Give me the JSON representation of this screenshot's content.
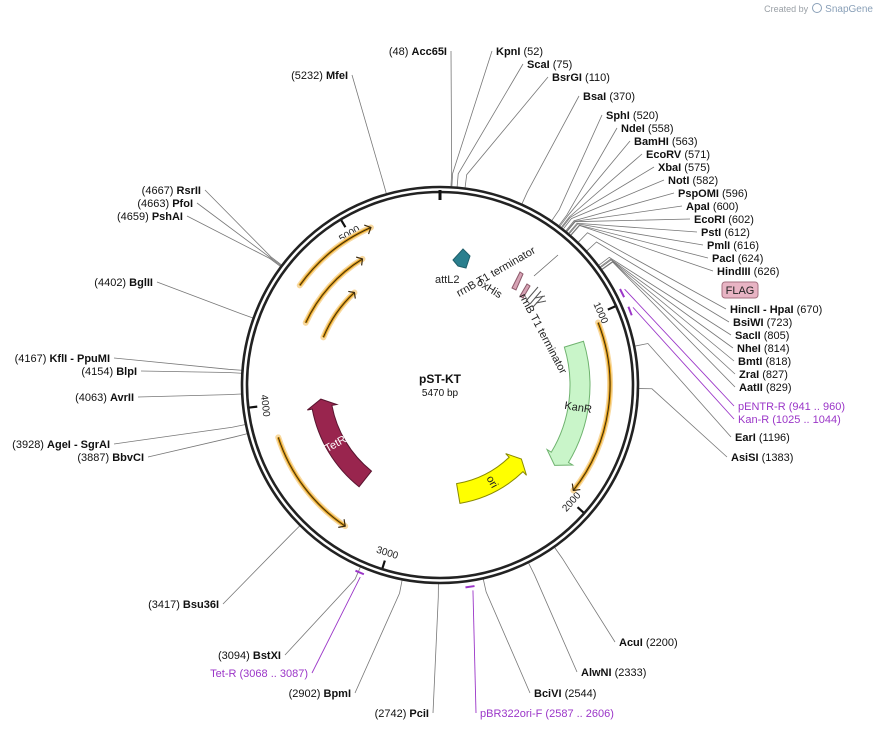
{
  "credit": {
    "prefix": "Created by",
    "brand": "SnapGene"
  },
  "plasmid": {
    "name": "pST-KT",
    "size_label": "5470 bp",
    "length": 5470
  },
  "ticks": [
    {
      "pos": 1000,
      "label": "1000"
    },
    {
      "pos": 2000,
      "label": "2000"
    },
    {
      "pos": 3000,
      "label": "3000"
    },
    {
      "pos": 4000,
      "label": "4000"
    },
    {
      "pos": 5000,
      "label": "5000"
    }
  ],
  "sites": [
    {
      "name": "Acc65I",
      "pos": "(48)",
      "bp": 48,
      "side": "left"
    },
    {
      "name": "KpnI",
      "pos": "(52)",
      "bp": 52,
      "side": "right"
    },
    {
      "name": "ScaI",
      "pos": "(75)",
      "bp": 75,
      "side": "right"
    },
    {
      "name": "BsrGI",
      "pos": "(110)",
      "bp": 110,
      "side": "right"
    },
    {
      "name": "BsaI",
      "pos": "(370)",
      "bp": 370,
      "side": "right"
    },
    {
      "name": "SphI",
      "pos": "(520)",
      "bp": 520,
      "side": "right"
    },
    {
      "name": "NdeI",
      "pos": "(558)",
      "bp": 558,
      "side": "right"
    },
    {
      "name": "BamHI",
      "pos": "(563)",
      "bp": 563,
      "side": "right"
    },
    {
      "name": "EcoRV",
      "pos": "(571)",
      "bp": 571,
      "side": "right"
    },
    {
      "name": "XbaI",
      "pos": "(575)",
      "bp": 575,
      "side": "right"
    },
    {
      "name": "NotI",
      "pos": "(582)",
      "bp": 582,
      "side": "right"
    },
    {
      "name": "PspOMI",
      "pos": "(596)",
      "bp": 596,
      "side": "right"
    },
    {
      "name": "ApaI",
      "pos": "(600)",
      "bp": 600,
      "side": "right"
    },
    {
      "name": "EcoRI",
      "pos": "(602)",
      "bp": 602,
      "side": "right"
    },
    {
      "name": "PstI",
      "pos": "(612)",
      "bp": 612,
      "side": "right"
    },
    {
      "name": "PmlI",
      "pos": "(616)",
      "bp": 616,
      "side": "right"
    },
    {
      "name": "PacI",
      "pos": "(624)",
      "bp": 624,
      "side": "right"
    },
    {
      "name": "HindIII",
      "pos": "(626)",
      "bp": 626,
      "side": "right"
    },
    {
      "name": "HincII",
      "extra": "- HpaI",
      "pos": "(670)",
      "bp": 670,
      "side": "right"
    },
    {
      "name": "BsiWI",
      "pos": "(723)",
      "bp": 723,
      "side": "right"
    },
    {
      "name": "SacII",
      "pos": "(805)",
      "bp": 805,
      "side": "right"
    },
    {
      "name": "NheI",
      "pos": "(814)",
      "bp": 814,
      "side": "right"
    },
    {
      "name": "BmtI",
      "pos": "(818)",
      "bp": 818,
      "side": "right"
    },
    {
      "name": "ZraI",
      "pos": "(827)",
      "bp": 827,
      "side": "right"
    },
    {
      "name": "AatII",
      "pos": "(829)",
      "bp": 829,
      "side": "right"
    },
    {
      "name": "EarI",
      "pos": "(1196)",
      "bp": 1196,
      "side": "right"
    },
    {
      "name": "AsiSI",
      "pos": "(1383)",
      "bp": 1383,
      "side": "right"
    },
    {
      "name": "AcuI",
      "pos": "(2200)",
      "bp": 2200,
      "side": "right"
    },
    {
      "name": "AlwNI",
      "pos": "(2333)",
      "bp": 2333,
      "side": "right"
    },
    {
      "name": "BciVI",
      "pos": "(2544)",
      "bp": 2544,
      "side": "right"
    },
    {
      "name": "PciI",
      "pos": "(2742)",
      "bp": 2742,
      "side": "left"
    },
    {
      "name": "BpmI",
      "pos": "(2902)",
      "bp": 2902,
      "side": "left"
    },
    {
      "name": "BstXI",
      "pos": "(3094)",
      "bp": 3094,
      "side": "left"
    },
    {
      "name": "Bsu36I",
      "pos": "(3417)",
      "bp": 3417,
      "side": "left"
    },
    {
      "name": "BbvCI",
      "pos": "(3887)",
      "bp": 3887,
      "side": "left"
    },
    {
      "name": "AgeI",
      "extra": "- SgrAI",
      "pos": "(3928)",
      "bp": 3928,
      "side": "left"
    },
    {
      "name": "AvrII",
      "pos": "(4063)",
      "bp": 4063,
      "side": "left"
    },
    {
      "name": "BlpI",
      "pos": "(4154)",
      "bp": 4154,
      "side": "left"
    },
    {
      "name": "KflI",
      "extra": "- PpuMI",
      "pos": "(4167)",
      "bp": 4167,
      "side": "left"
    },
    {
      "name": "BglII",
      "pos": "(4402)",
      "bp": 4402,
      "side": "left"
    },
    {
      "name": "PshAI",
      "pos": "(4659)",
      "bp": 4659,
      "side": "left"
    },
    {
      "name": "PfoI",
      "pos": "(4663)",
      "bp": 4663,
      "side": "left"
    },
    {
      "name": "RsrII",
      "pos": "(4667)",
      "bp": 4667,
      "side": "left"
    },
    {
      "name": "MfeI",
      "pos": "(5232)",
      "bp": 5232,
      "side": "left"
    }
  ],
  "primers": [
    {
      "name": "pENTR-R",
      "range": "(941 .. 960)",
      "start": 941,
      "end": 960,
      "side": "right"
    },
    {
      "name": "Kan-R",
      "range": "(1025 .. 1044)",
      "start": 1025,
      "end": 1044,
      "side": "right"
    },
    {
      "name": "pBR322ori-F",
      "range": "(2587 .. 2606)",
      "start": 2587,
      "end": 2606,
      "side": "right"
    },
    {
      "name": "Tet-R",
      "range": "(3068 .. 3087)",
      "start": 3068,
      "end": 3087,
      "side": "left"
    }
  ],
  "tags": [
    {
      "name": "FLAG",
      "color": "#e8b4c4"
    }
  ],
  "features": [
    {
      "name": "KanR",
      "start": 1110,
      "end": 1900,
      "strand": 1,
      "color": "#c9f5c9",
      "stroke": "#6fb36f",
      "text": "#222222"
    },
    {
      "name": "ori",
      "start": 2010,
      "end": 2590,
      "strand": -1,
      "color": "#ffff00",
      "stroke": "#8a8a00",
      "text": "#222222"
    },
    {
      "name": "TetR",
      "start": 3320,
      "end": 4000,
      "strand": 1,
      "color": "#99254e",
      "stroke": "#5a1530",
      "text": "#ffffff"
    }
  ],
  "small_features": [
    {
      "name": "attL2",
      "color": "#2a7f8e"
    },
    {
      "name": "6xHis",
      "color": "#d7a3b5"
    },
    {
      "name": "rrnB T1 terminator",
      "color": "#999999"
    },
    {
      "name": "rrnB T1 terminator",
      "color": "#999999"
    }
  ],
  "orfs_color": "#e8a317"
}
